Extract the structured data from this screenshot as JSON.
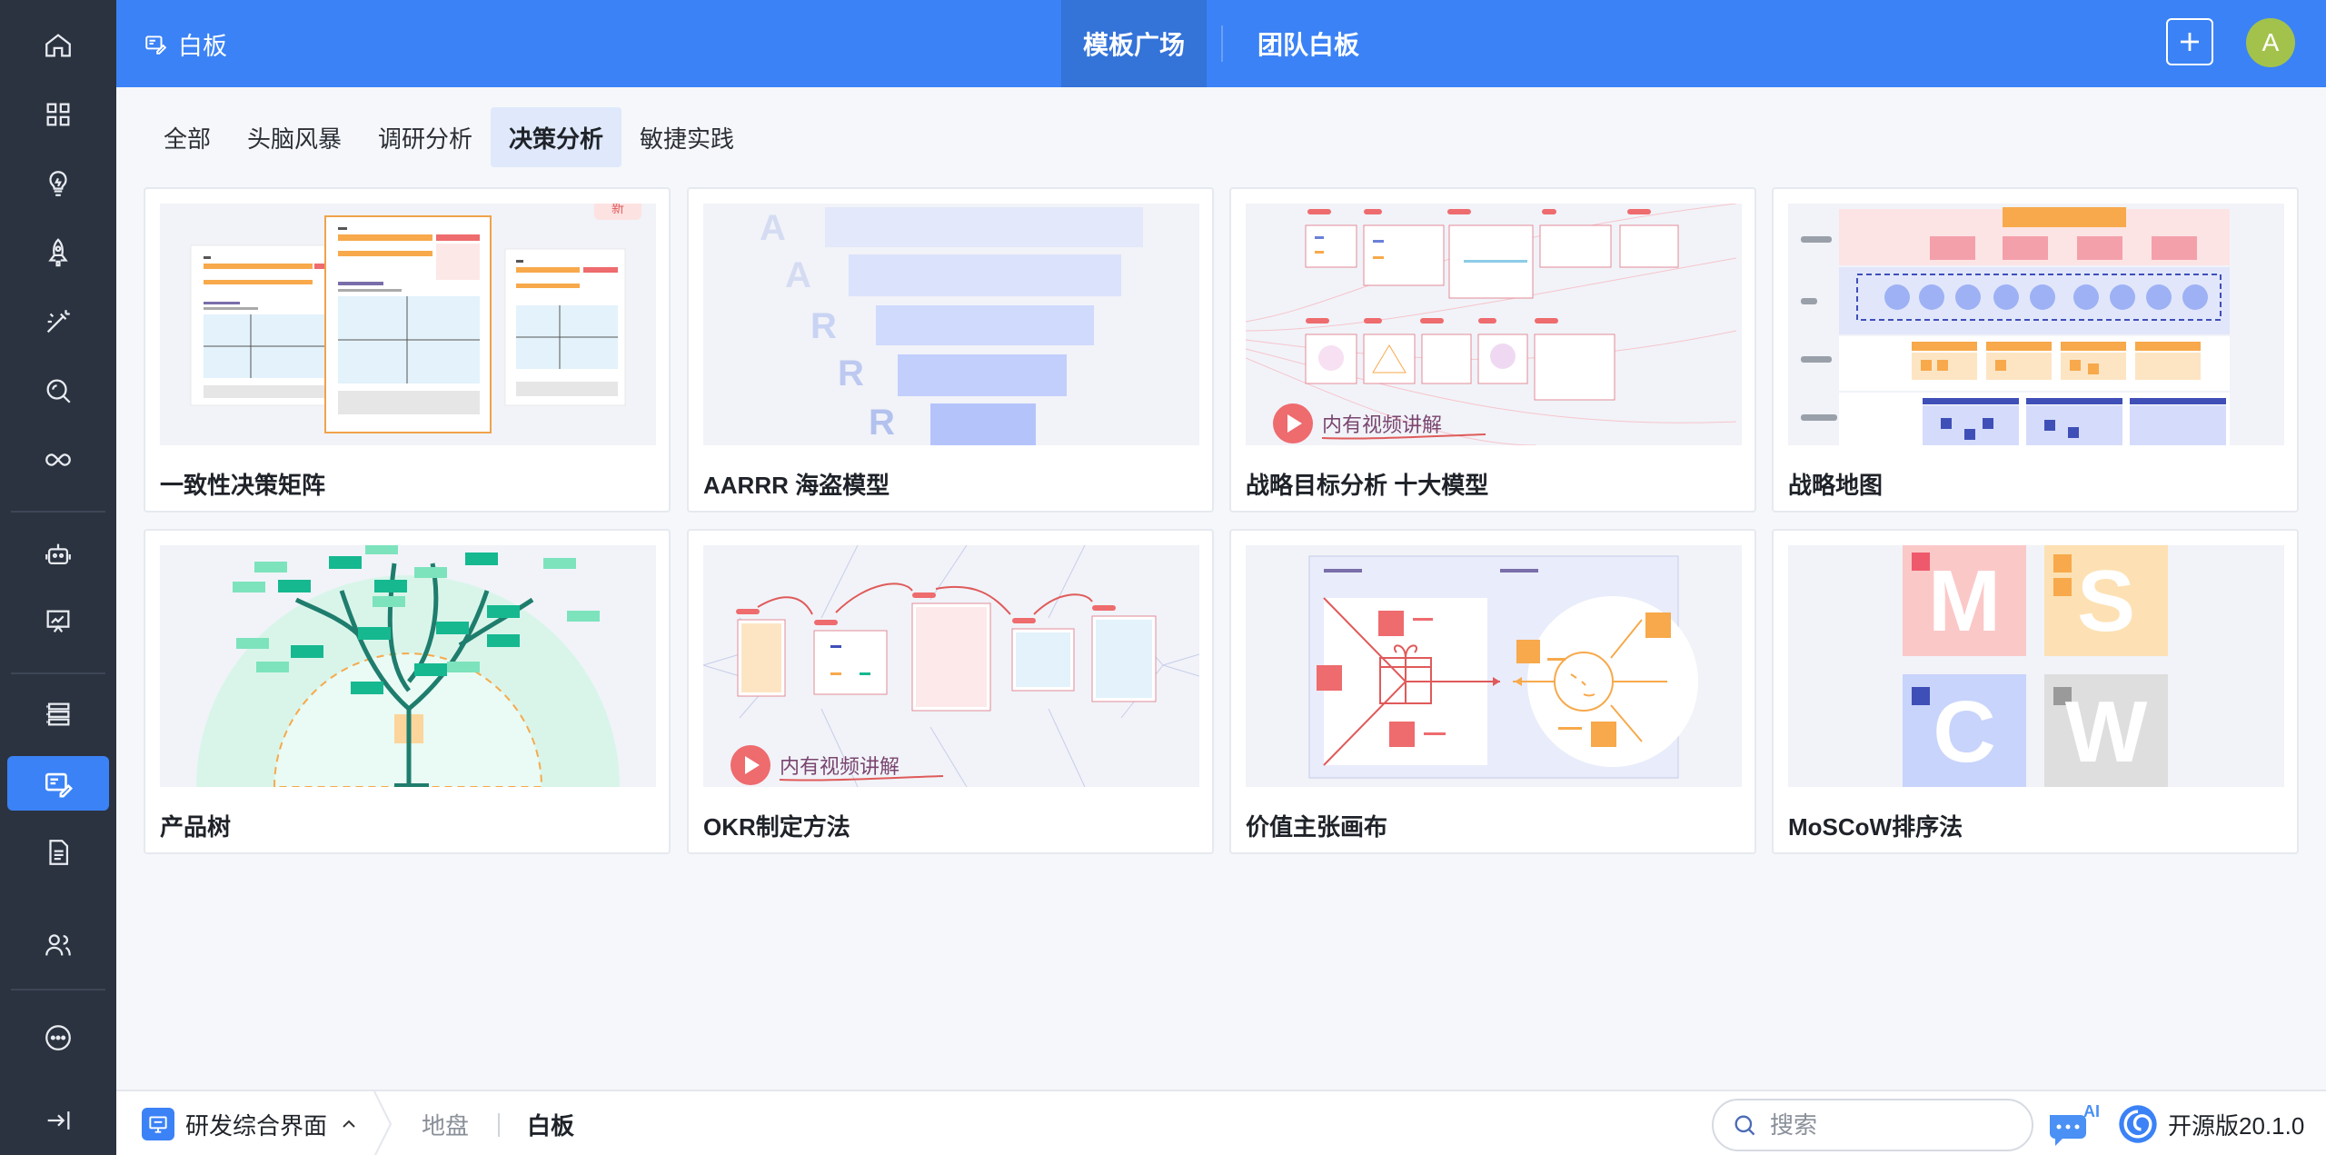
{
  "app": {
    "title": "白板"
  },
  "header": {
    "tabs": [
      {
        "label": "模板广场",
        "active": true
      },
      {
        "label": "团队白板",
        "active": false
      }
    ],
    "avatar_letter": "A"
  },
  "sidebar": {
    "items": [
      {
        "icon": "home-icon",
        "active": false
      },
      {
        "icon": "apps-grid-icon",
        "active": false
      },
      {
        "icon": "lightbulb-icon",
        "active": false
      },
      {
        "icon": "rocket-icon",
        "active": false
      },
      {
        "icon": "wand-icon",
        "active": false
      },
      {
        "icon": "search-icon",
        "active": false
      },
      {
        "icon": "infinity-icon",
        "active": false
      },
      {
        "icon": "robot-icon",
        "active": false
      },
      {
        "icon": "presentation-chart-icon",
        "active": false
      },
      {
        "icon": "list-stack-icon",
        "active": false
      },
      {
        "icon": "whiteboard-icon",
        "active": true
      },
      {
        "icon": "document-icon",
        "active": false
      },
      {
        "icon": "users-icon",
        "active": false
      },
      {
        "icon": "more-icon",
        "active": false
      },
      {
        "icon": "collapse-icon",
        "active": false
      }
    ]
  },
  "filters": [
    {
      "label": "全部",
      "active": false
    },
    {
      "label": "头脑风暴",
      "active": false
    },
    {
      "label": "调研分析",
      "active": false
    },
    {
      "label": "决策分析",
      "active": true
    },
    {
      "label": "敏捷实践",
      "active": false
    }
  ],
  "templates": [
    {
      "title": "一致性决策矩阵",
      "badge": "新"
    },
    {
      "title": "AARRR 海盗模型"
    },
    {
      "title": "战略目标分析 十大模型",
      "video_label": "内有视频讲解"
    },
    {
      "title": "战略地图"
    },
    {
      "title": "产品树"
    },
    {
      "title": "OKR制定方法",
      "video_label": "内有视频讲解"
    },
    {
      "title": "价值主张画布"
    },
    {
      "title": "MoSCoW排序法"
    }
  ],
  "aarrr_letters": [
    "A",
    "A",
    "R",
    "R",
    "R"
  ],
  "moscow_letters": [
    "M",
    "S",
    "C",
    "W"
  ],
  "footer": {
    "workspace": "研发综合界面",
    "breadcrumbs": [
      {
        "label": "地盘",
        "active": false
      },
      {
        "label": "白板",
        "active": true
      }
    ],
    "search_placeholder": "搜索",
    "ai_label": "AI",
    "version": "开源版20.1.0"
  },
  "colors": {
    "primary": "#3b82f6",
    "sidebar_bg": "#2b3340",
    "active_filter_bg": "#dfe9fb"
  }
}
